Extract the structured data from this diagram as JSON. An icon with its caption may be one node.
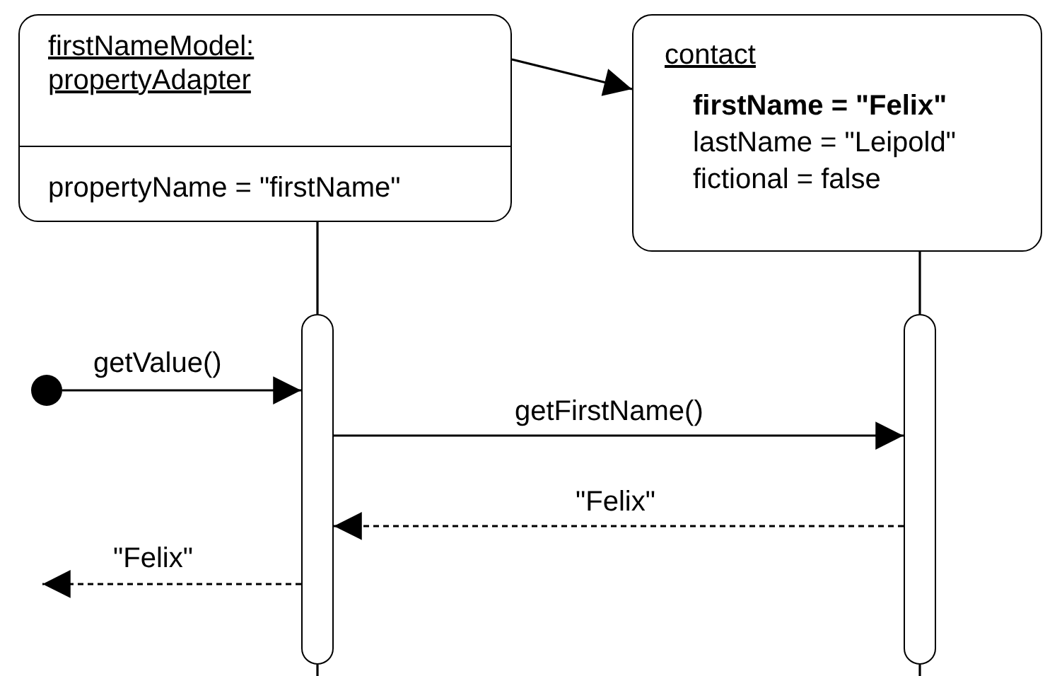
{
  "diagram": {
    "nodes": [
      {
        "text": [
          "firstNameModel: propertyAdapter",
          "propertyName = \"firstName\""
        ]
      },
      {
        "text": [
          "contact",
          "firstName = \"Felix\"",
          "lastName = \"Leipold\"",
          "fictional = false"
        ]
      },
      {
        "text": [],
        "shape": "bar"
      },
      {
        "text": [],
        "shape": "bar"
      },
      {
        "text": [],
        "shape": "circle"
      }
    ],
    "edges": [
      {
        "from": 0,
        "to": 2,
        "arrow": "none"
      },
      {
        "from": 2,
        "to": null,
        "arrow": "none"
      },
      {
        "from": 1,
        "to": 3,
        "arrow": "none"
      },
      {
        "from": 3,
        "to": null,
        "arrow": "none"
      },
      {
        "from": 0,
        "to": 1,
        "arrow": "to"
      },
      {
        "from": 4,
        "to": 2,
        "arrow": "to",
        "label": "getValue()"
      },
      {
        "from": 2,
        "to": 3,
        "arrow": "to",
        "label": "getFirstName()"
      },
      {
        "from": 3,
        "to": 2,
        "arrow": "to",
        "label": "\"Felix\"",
        "style": "dashed"
      },
      {
        "from": 2,
        "to": null,
        "arrow": "to",
        "label": "\"Felix\"",
        "style": "dashed"
      }
    ]
  }
}
